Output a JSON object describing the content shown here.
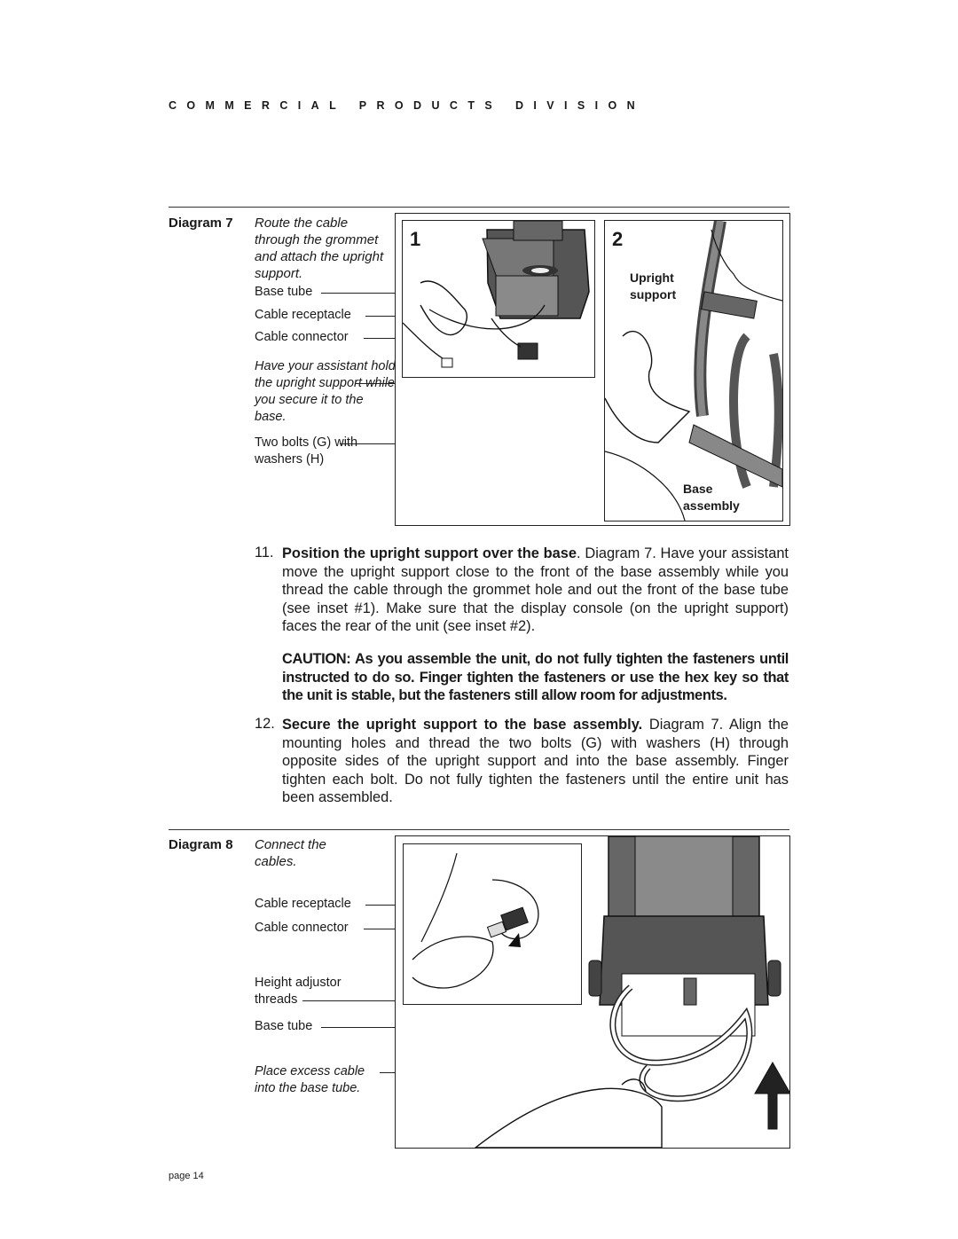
{
  "header": {
    "division": "COMMERCIAL PRODUCTS DIVISION"
  },
  "diagram7": {
    "label": "Diagram 7",
    "caption": "Route the cable through the grommet and attach the upright support.",
    "callouts": {
      "base_tube": "Base tube",
      "cable_receptacle": "Cable receptacle",
      "cable_connector": "Cable connector",
      "assistant_note": "Have your assistant hold the upright support while you secure it to the base.",
      "bolts": "Two bolts (G) with washers (H)"
    },
    "inset1_number": "1",
    "inset2_number": "2",
    "inset2_labels": {
      "upright": "Upright",
      "support": "support",
      "base": "Base",
      "assembly": "assembly"
    }
  },
  "steps": [
    {
      "number": "11.",
      "bold": "Position the upright support over the base",
      "text": ". Diagram 7. Have your assistant move the upright support close to the front of the base assembly while you thread the cable through the grommet hole and out the front of the base tube (see inset #1). Make sure that the display console (on the upright support) faces the rear of the unit (see inset #2)."
    },
    {
      "caution": "CAUTION: As you assemble the unit, do not fully tighten the fasteners until instructed to do so. Finger tighten the fasteners or use the hex key so that the unit is stable, but the fasteners still allow room for adjustments."
    },
    {
      "number": "12.",
      "bold": "Secure the upright support to the base assembly.",
      "text": " Diagram 7. Align the mounting holes and thread the two bolts (G) with washers (H) through opposite sides of the upright support and into the base assembly. Finger tighten each bolt. Do not fully tighten the fasteners until the entire unit has been assembled."
    }
  ],
  "diagram8": {
    "label": "Diagram 8",
    "caption": "Connect the cables.",
    "callouts": {
      "cable_receptacle": "Cable receptacle",
      "cable_connector": "Cable connector",
      "height_adjustor": "Height adjustor threads",
      "base_tube": "Base tube",
      "excess_cable": "Place excess cable into the base tube."
    }
  },
  "footer": {
    "page": "page 14"
  }
}
